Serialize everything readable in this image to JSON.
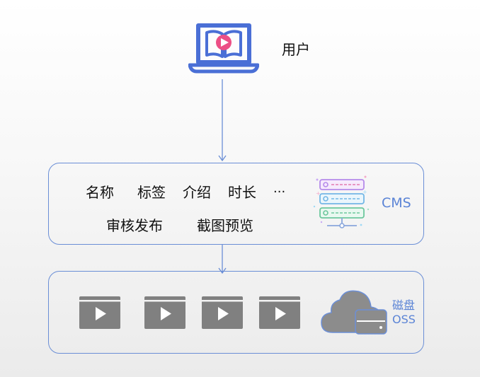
{
  "user": {
    "label": "用户",
    "icon": "laptop-play-icon",
    "color": "#4a6fd6"
  },
  "cms": {
    "fields_row1": [
      "名称",
      "标签",
      "介绍",
      "时长",
      "..."
    ],
    "fields_row2": [
      "审核发布",
      "截图预览"
    ],
    "label": "CMS",
    "icon": "server-stack-icon",
    "border_color": "#6a8ed6"
  },
  "storage": {
    "label_line1": "磁盘",
    "label_line2": "OSS",
    "icon": "cloud-disk-icon",
    "video_icon": "video-play-icon",
    "video_count": 4,
    "video_color": "#808080"
  }
}
